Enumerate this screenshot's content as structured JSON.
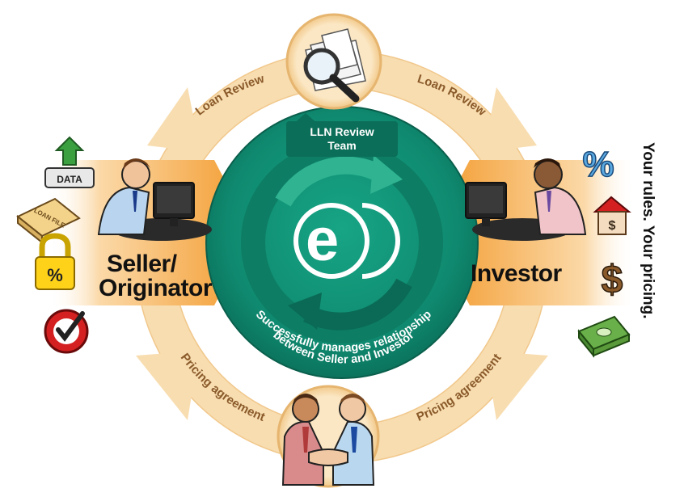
{
  "diagram": {
    "left_party": {
      "line1": "Seller/",
      "line2": "Originator"
    },
    "right_party": {
      "label": "Investor"
    },
    "center": {
      "team_line1": "LLN Review",
      "team_line2": "Team",
      "logo_letter": "e",
      "caption_line1": "Successfully manages relationship",
      "caption_line2": "between Seller and Investor"
    },
    "arcs": {
      "top_left": "Loan Review",
      "top_right": "Loan Review",
      "bottom_left": "Pricing agreement",
      "bottom_right": "Pricing agreement"
    },
    "tagline": "Your rules. Your pricing.",
    "left_icons": [
      {
        "icon": "data-upload-icon",
        "text": "DATA"
      },
      {
        "icon": "loan-file-folder-icon",
        "text": "LOAN FILE"
      },
      {
        "icon": "padlock-percent-icon",
        "text": "%"
      },
      {
        "icon": "checkmark-badge-icon",
        "text": ""
      }
    ],
    "right_icons": [
      {
        "icon": "percent-icon",
        "text": "%"
      },
      {
        "icon": "house-dollar-icon",
        "text": "$"
      },
      {
        "icon": "dollar-sign-icon",
        "text": "$"
      },
      {
        "icon": "cash-stack-icon",
        "text": ""
      }
    ],
    "colors": {
      "teal": "#0f8a70",
      "teal_dark": "#0a6450",
      "orange": "#f59b2a",
      "cream_arc": "#f8ddb0",
      "arc_text": "#8a5a2a"
    }
  }
}
